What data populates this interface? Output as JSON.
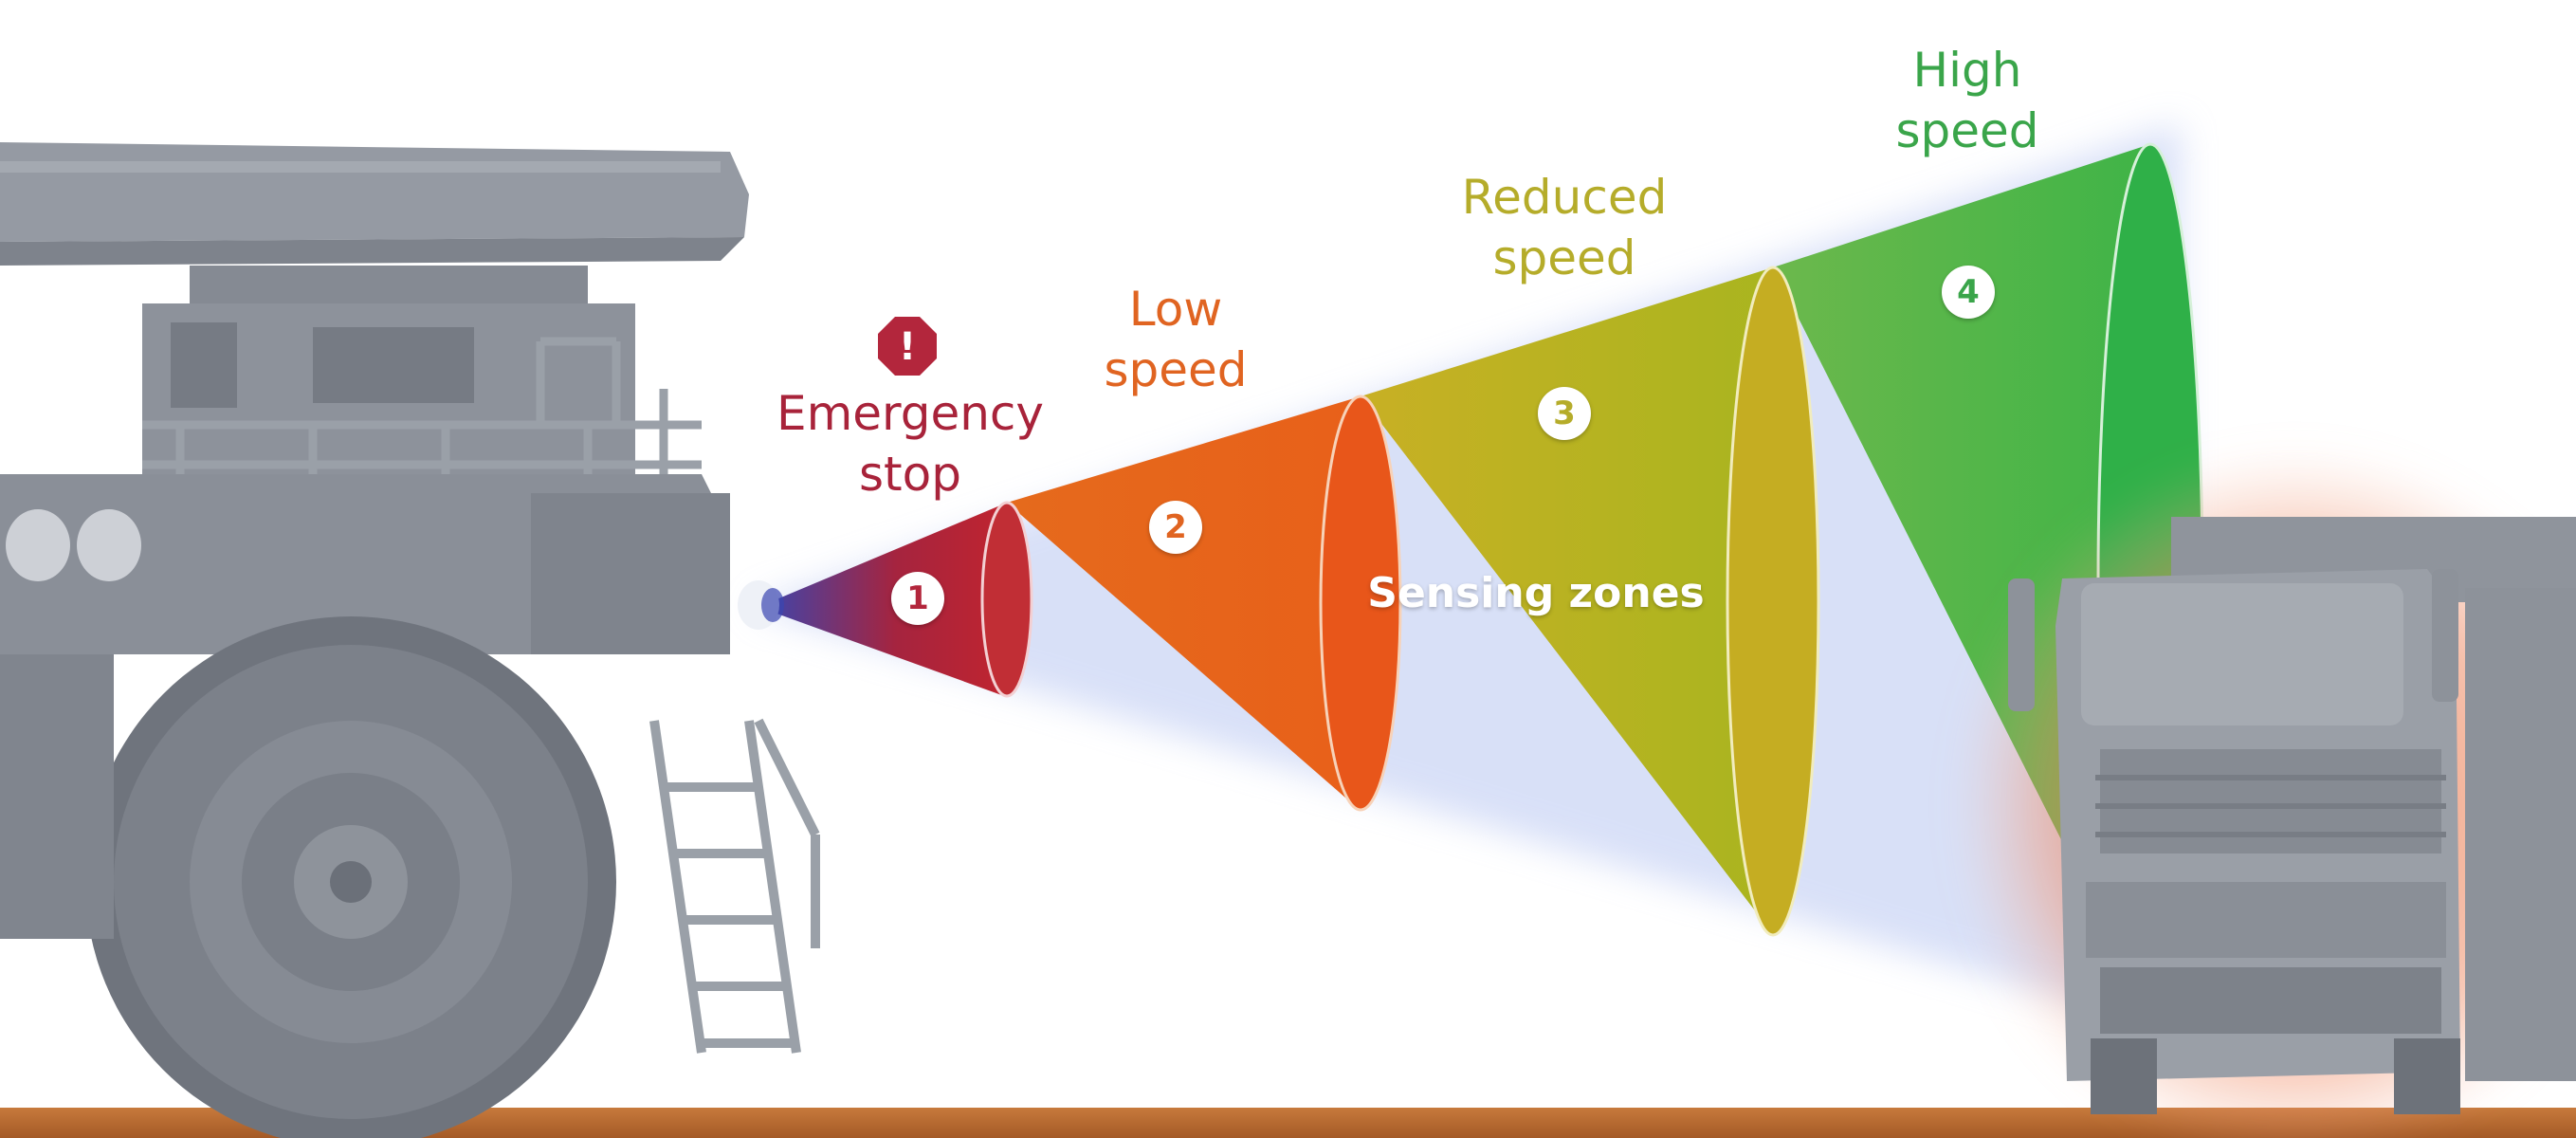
{
  "diagram": {
    "center_label": "Sensing zones",
    "colors": {
      "emergency": "#c0242f",
      "low": "#e8651a",
      "reduced": "#b8b21e",
      "high": "#3fb447",
      "vehicle": "#8e939b",
      "ground": "#b9692f",
      "sensor_glow": "#3a46b0"
    },
    "zones": [
      {
        "number": "1",
        "label_lines": [
          "Emergency",
          "stop"
        ],
        "color": "#b32434",
        "text_color": "#a8233a",
        "icon": "warning-octagon-icon"
      },
      {
        "number": "2",
        "label_lines": [
          "Low",
          "speed"
        ],
        "color": "#e8651a",
        "text_color": "#e06421"
      },
      {
        "number": "3",
        "label_lines": [
          "Reduced",
          "speed"
        ],
        "color": "#b8b21e",
        "text_color": "#b5ac2a"
      },
      {
        "number": "4",
        "label_lines": [
          "High",
          "speed"
        ],
        "color": "#3fb447",
        "text_color": "#3aa54a"
      }
    ],
    "icons": {
      "warning": "!"
    }
  }
}
